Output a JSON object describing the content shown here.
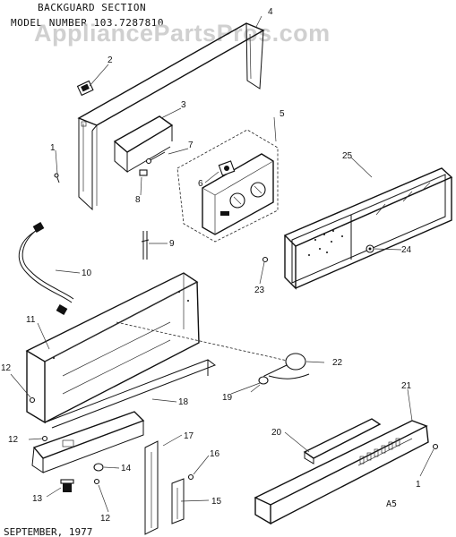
{
  "header": {
    "title": "BACKGUARD SECTION",
    "model_line": "MODEL NUMBER 103.7287810"
  },
  "watermark": "AppliancePartsPros.com",
  "footer": {
    "date": "SEPTEMBER, 1977",
    "page_code": "A5"
  },
  "callouts": {
    "p1a": "1",
    "p1b": "1",
    "p2": "2",
    "p3": "3",
    "p4": "4",
    "p5": "5",
    "p6": "6",
    "p7": "7",
    "p8": "8",
    "p9": "9",
    "p10": "10",
    "p11": "11",
    "p12a": "12",
    "p12b": "12",
    "p12c": "12",
    "p13": "13",
    "p14": "14",
    "p15": "15",
    "p16": "16",
    "p17": "17",
    "p18": "18",
    "p19": "19",
    "p20": "20",
    "p21": "21",
    "p22": "22",
    "p23": "23",
    "p24": "24",
    "p25": "25"
  }
}
